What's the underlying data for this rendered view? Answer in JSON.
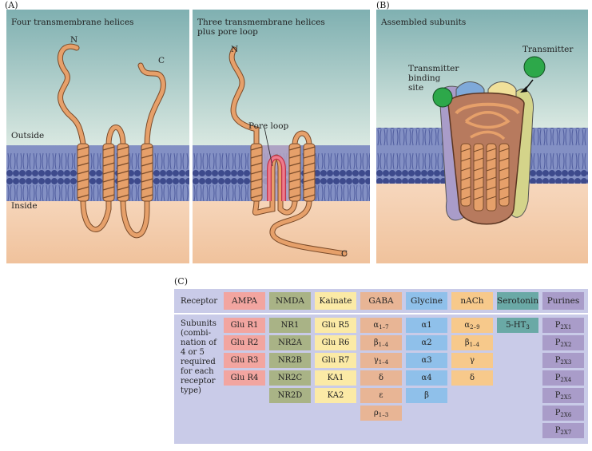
{
  "panels": {
    "A": "(A)",
    "B": "(B)",
    "C": "(C)"
  },
  "panelA1": {
    "title": "Four transmembrane helices",
    "n_label": "N",
    "c_label": "C",
    "outside": "Outside",
    "inside": "Inside"
  },
  "panelA2": {
    "title_line1": "Three transmembrane helices",
    "title_line2": "plus pore loop",
    "n_label": "N",
    "c_label": "C",
    "pore_loop": "Pore loop"
  },
  "panelB": {
    "title": "Assembled subunits",
    "transmitter": "Transmitter",
    "binding_line1": "Transmitter",
    "binding_line2": "binding",
    "binding_line3": "site"
  },
  "table": {
    "row_label_receptor": "Receptor",
    "row_label_subunits": [
      "Subunits",
      "(combi-",
      "nation of",
      "4 or 5",
      "required",
      "for each",
      "receptor",
      "type)"
    ],
    "columns": [
      {
        "name": "AMPA",
        "color": "#f2a5a0",
        "subunits": [
          "Glu R1",
          "Glu R2",
          "Glu R3",
          "Glu R4"
        ]
      },
      {
        "name": "NMDA",
        "color": "#a9b386",
        "subunits": [
          "NR1",
          "NR2A",
          "NR2B",
          "NR2C",
          "NR2D"
        ]
      },
      {
        "name": "Kainate",
        "color": "#fbeaa6",
        "subunits": [
          "Glu R5",
          "Glu R6",
          "Glu R7",
          "KA1",
          "KA2"
        ]
      },
      {
        "name": "GABA",
        "color": "#e8b595",
        "subunits": [
          "α1–7",
          "β1–4",
          "γ1–4",
          "δ",
          "ε",
          "ρ1–3"
        ]
      },
      {
        "name": "Glycine",
        "color": "#8fc0ea",
        "subunits": [
          "α1",
          "α2",
          "α3",
          "α4",
          "β"
        ]
      },
      {
        "name": "nACh",
        "color": "#f7c98b",
        "subunits": [
          "α2–9",
          "β1–4",
          "γ",
          "δ"
        ]
      },
      {
        "name": "Serotonin",
        "color": "#6aa9a6",
        "subunits": [
          "5-HT3"
        ]
      },
      {
        "name": "Purines",
        "color": "#a99cc9",
        "subunits": [
          "P2X1",
          "P2X2",
          "P2X3",
          "P2X4",
          "P2X5",
          "P2X6",
          "P2X7"
        ]
      }
    ]
  },
  "colors": {
    "sky_top": "#7fb0b1",
    "sky_bottom": "#d6e6e0",
    "cytoplasm": "#f2c9a5",
    "lipid_head": "#3d4a8c",
    "lipid_tail": "#6c79b8",
    "protein": "#e6a06a",
    "transmitter": "#2da84a"
  }
}
